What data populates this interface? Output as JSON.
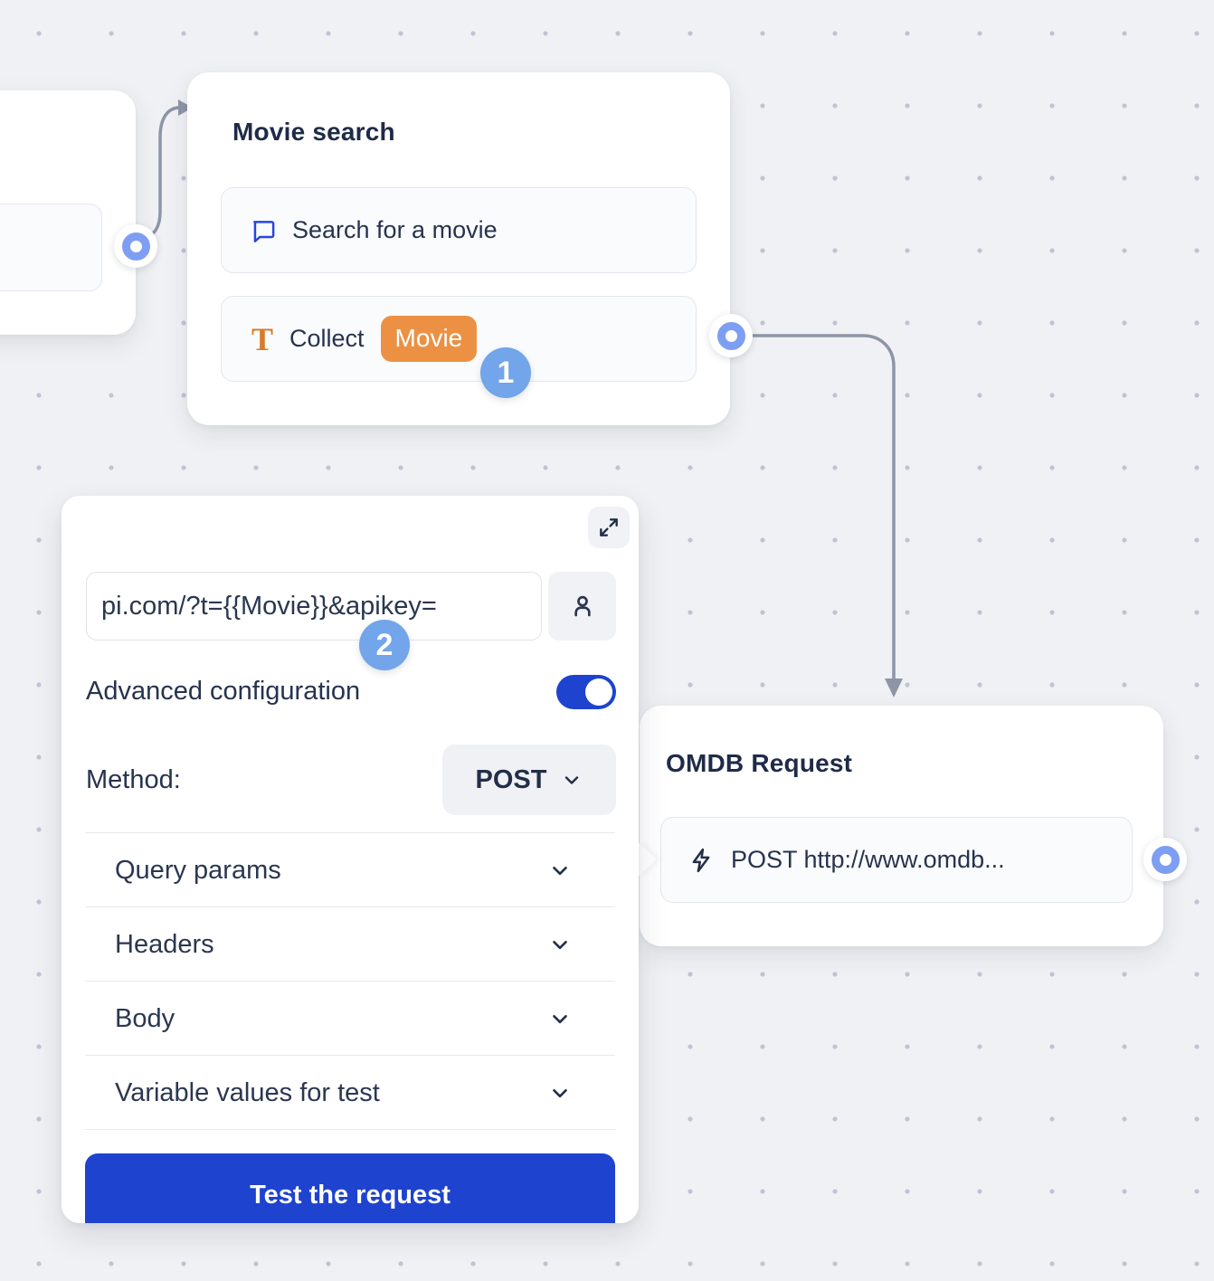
{
  "canvas": {
    "background_color": "#f0f1f4",
    "dot_color": "#bdc4d4"
  },
  "colors": {
    "accent_blue": "#1e43cf",
    "badge_blue": "#72a5e9",
    "port_ring_blue": "#7d9ef2",
    "chip_orange": "#ec9144",
    "icon_orange": "#d97b28",
    "chat_icon_blue": "#2746e0",
    "navy_text": "#1f2b47",
    "connector_gray": "#8d95a6"
  },
  "nodes": {
    "movie_search": {
      "title": "Movie search",
      "items": [
        {
          "icon": "chat-bubble-icon",
          "label": "Search for a movie"
        },
        {
          "icon": "text-icon",
          "label": "Collect",
          "variable_chip": "Movie"
        }
      ]
    },
    "omdb_request": {
      "title": "OMDB Request",
      "item": {
        "icon": "lightning-icon",
        "label": "POST http://www.omdb..."
      }
    }
  },
  "panel": {
    "url_value": "pi.com/?t={{Movie}}&apikey=",
    "advanced_configuration_label": "Advanced configuration",
    "advanced_configuration_enabled": true,
    "method_label": "Method:",
    "method_value": "POST",
    "sections": [
      {
        "label": "Query params"
      },
      {
        "label": "Headers"
      },
      {
        "label": "Body"
      },
      {
        "label": "Variable values for test"
      }
    ],
    "test_button_label": "Test the request"
  },
  "badges": {
    "step1": "1",
    "step2": "2"
  }
}
